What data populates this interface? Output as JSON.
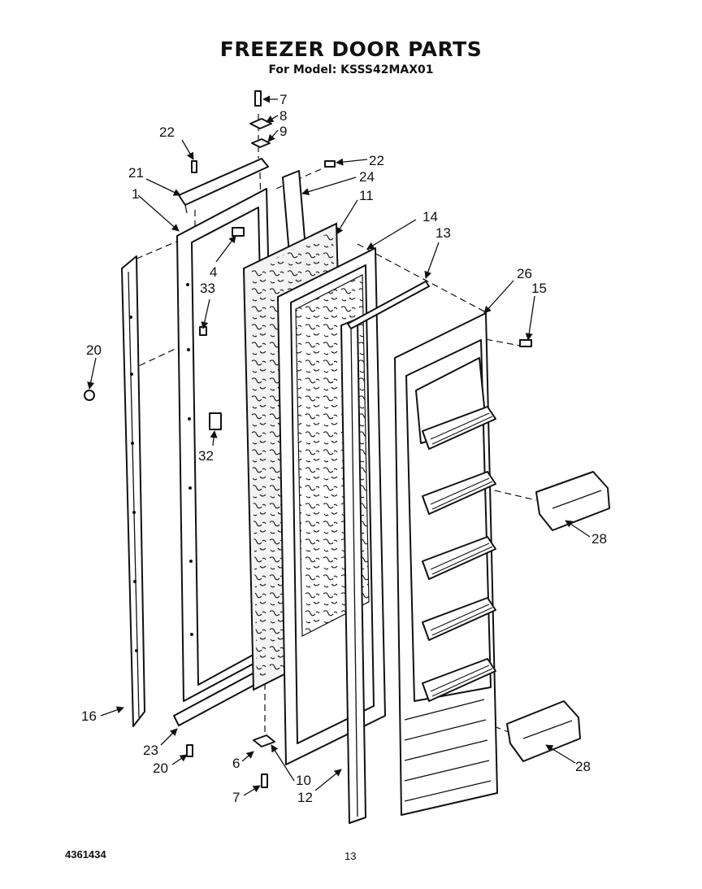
{
  "header": {
    "title": "FREEZER DOOR PARTS",
    "subtitle": "For Model: KSSS42MAX01"
  },
  "footer": {
    "doc_number": "4361434",
    "page_number": "13"
  },
  "callouts": [
    {
      "id": "c7a",
      "label": "7"
    },
    {
      "id": "c8",
      "label": "8"
    },
    {
      "id": "c9",
      "label": "9"
    },
    {
      "id": "c22a",
      "label": "22"
    },
    {
      "id": "c22b",
      "label": "22"
    },
    {
      "id": "c21",
      "label": "21"
    },
    {
      "id": "c24",
      "label": "24"
    },
    {
      "id": "c1",
      "label": "1"
    },
    {
      "id": "c11",
      "label": "11"
    },
    {
      "id": "c14",
      "label": "14"
    },
    {
      "id": "c13",
      "label": "13"
    },
    {
      "id": "c4",
      "label": "4"
    },
    {
      "id": "c26",
      "label": "26"
    },
    {
      "id": "c15",
      "label": "15"
    },
    {
      "id": "c33",
      "label": "33"
    },
    {
      "id": "c20a",
      "label": "20"
    },
    {
      "id": "c32",
      "label": "32"
    },
    {
      "id": "c28a",
      "label": "28"
    },
    {
      "id": "c16",
      "label": "16"
    },
    {
      "id": "c23",
      "label": "23"
    },
    {
      "id": "c20b",
      "label": "20"
    },
    {
      "id": "c6",
      "label": "6"
    },
    {
      "id": "c10",
      "label": "10"
    },
    {
      "id": "c28b",
      "label": "28"
    },
    {
      "id": "c7b",
      "label": "7"
    },
    {
      "id": "c12",
      "label": "12"
    }
  ]
}
